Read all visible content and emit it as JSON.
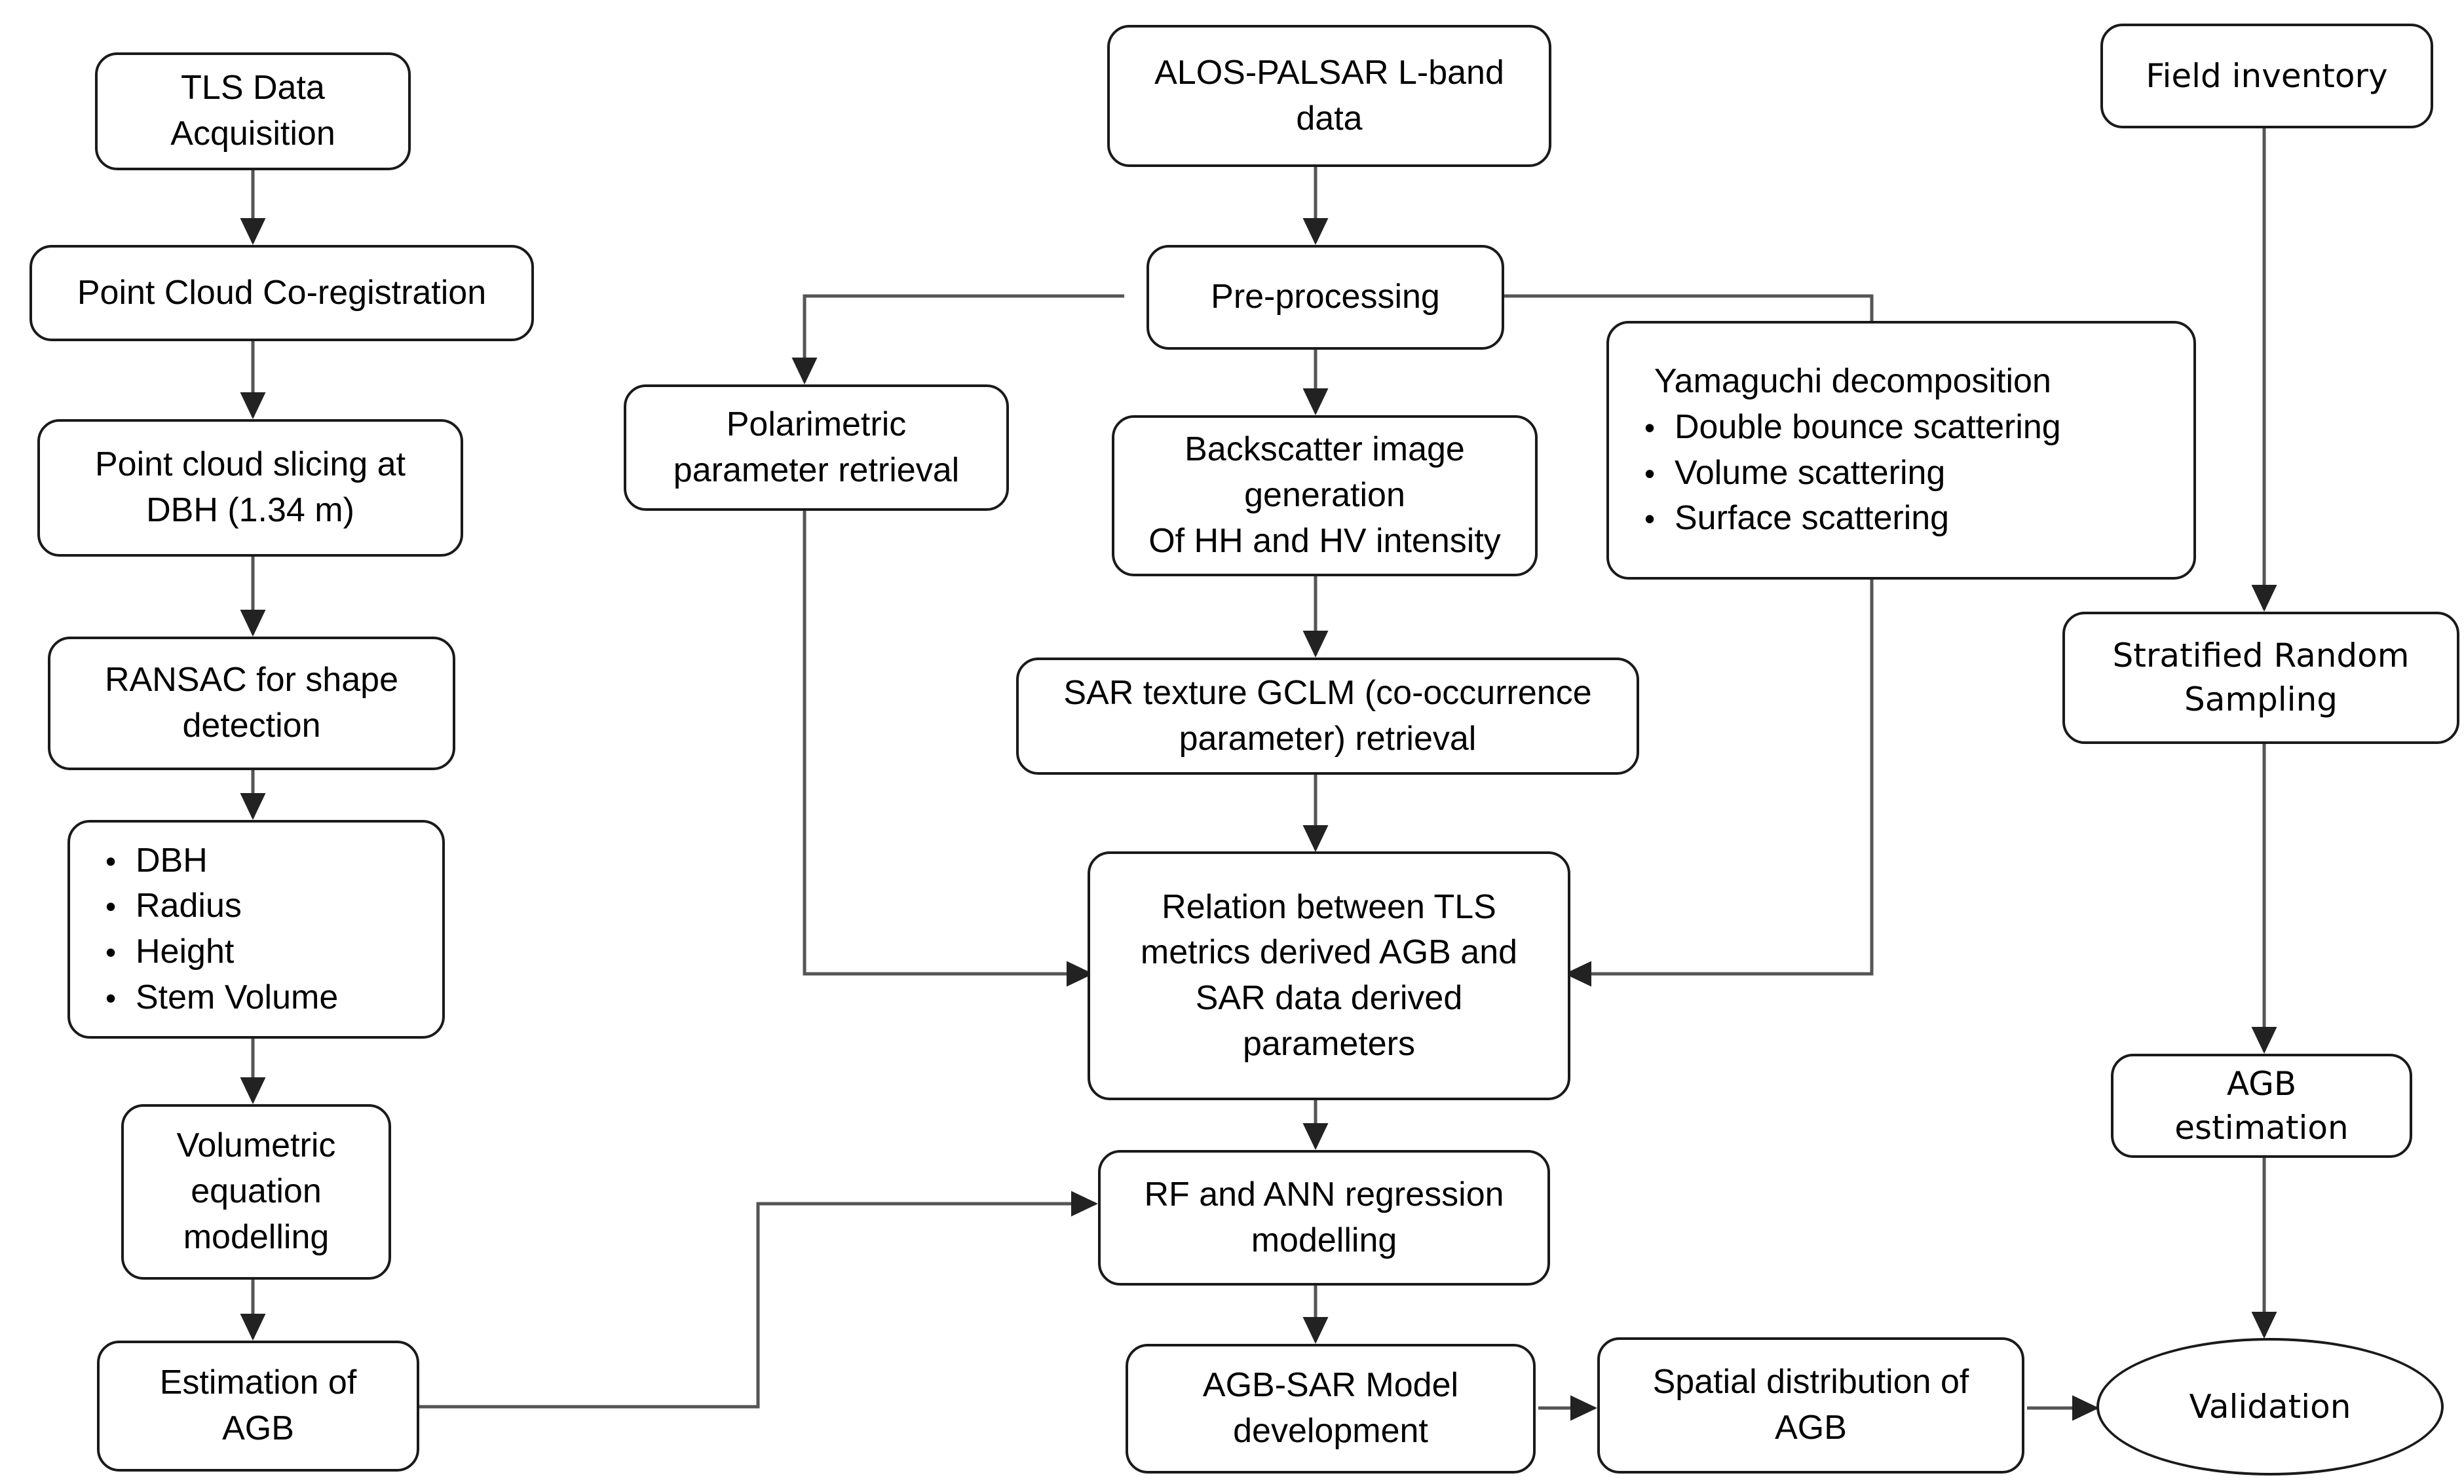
{
  "diagram": {
    "title": "AGB estimation workflow using TLS and ALOS-PALSAR SAR data",
    "colors": {
      "stroke": "#1a1a1a",
      "connector": "#555555",
      "background": "#ffffff",
      "text": "#000000"
    },
    "nodes": {
      "tls_data_acquisition": {
        "lines": [
          "TLS Data",
          "Acquisition"
        ]
      },
      "point_cloud_coregistration": {
        "lines": [
          "Point Cloud Co-registration"
        ]
      },
      "point_cloud_slicing": {
        "lines": [
          "Point cloud slicing at",
          "DBH (1.34 m)"
        ]
      },
      "ransac_shape_detection": {
        "lines": [
          "RANSAC  for shape",
          "detection"
        ]
      },
      "tls_metrics": {
        "header": "",
        "bullets": [
          "DBH",
          "Radius",
          "Height",
          "Stem Volume"
        ]
      },
      "volumetric_equation_modelling": {
        "lines": [
          "Volumetric",
          "equation",
          "modelling"
        ]
      },
      "estimation_of_agb": {
        "lines": [
          "Estimation of",
          "AGB"
        ]
      },
      "alos_palsar_data": {
        "lines": [
          "ALOS-PALSAR L-band",
          "data"
        ]
      },
      "pre_processing": {
        "lines": [
          "Pre-processing"
        ]
      },
      "polarimetric_parameter_retrieval": {
        "lines": [
          "Polarimetric",
          "parameter retrieval"
        ]
      },
      "backscatter_image_generation": {
        "lines": [
          "Backscatter image",
          "generation",
          "Of HH and HV intensity"
        ]
      },
      "yamaguchi_decomposition": {
        "header": "Yamaguchi decomposition",
        "bullets": [
          "Double bounce scattering",
          "Volume scattering",
          "Surface scattering"
        ]
      },
      "sar_texture_gclm": {
        "lines": [
          "SAR texture GCLM (co-occurrence",
          "parameter) retrieval"
        ]
      },
      "relation_tls_sar": {
        "lines": [
          "Relation between TLS",
          "metrics derived AGB and",
          "SAR data derived",
          "parameters"
        ]
      },
      "rf_ann_regression": {
        "lines": [
          "RF and ANN regression",
          "modelling"
        ]
      },
      "agb_sar_model_development": {
        "lines": [
          "AGB-SAR Model",
          "development"
        ]
      },
      "spatial_distribution_agb": {
        "lines": [
          "Spatial distribution of",
          "AGB"
        ]
      },
      "field_inventory": {
        "lines": [
          "Field inventory"
        ]
      },
      "stratified_random_sampling": {
        "lines": [
          "Stratified Random",
          "Sampling"
        ]
      },
      "agb_estimation": {
        "lines": [
          "AGB",
          "estimation"
        ]
      },
      "validation": {
        "lines": [
          "Validation"
        ]
      }
    },
    "bullet_glyph": "•",
    "edges": [
      {
        "from": "tls_data_acquisition",
        "to": "point_cloud_coregistration"
      },
      {
        "from": "point_cloud_coregistration",
        "to": "point_cloud_slicing"
      },
      {
        "from": "point_cloud_slicing",
        "to": "ransac_shape_detection"
      },
      {
        "from": "ransac_shape_detection",
        "to": "tls_metrics"
      },
      {
        "from": "tls_metrics",
        "to": "volumetric_equation_modelling"
      },
      {
        "from": "volumetric_equation_modelling",
        "to": "estimation_of_agb"
      },
      {
        "from": "estimation_of_agb",
        "to": "rf_ann_regression"
      },
      {
        "from": "alos_palsar_data",
        "to": "pre_processing"
      },
      {
        "from": "pre_processing",
        "to": "polarimetric_parameter_retrieval"
      },
      {
        "from": "pre_processing",
        "to": "backscatter_image_generation"
      },
      {
        "from": "pre_processing",
        "to": "yamaguchi_decomposition"
      },
      {
        "from": "backscatter_image_generation",
        "to": "sar_texture_gclm"
      },
      {
        "from": "sar_texture_gclm",
        "to": "relation_tls_sar"
      },
      {
        "from": "polarimetric_parameter_retrieval",
        "to": "relation_tls_sar"
      },
      {
        "from": "yamaguchi_decomposition",
        "to": "relation_tls_sar"
      },
      {
        "from": "relation_tls_sar",
        "to": "rf_ann_regression"
      },
      {
        "from": "rf_ann_regression",
        "to": "agb_sar_model_development"
      },
      {
        "from": "agb_sar_model_development",
        "to": "spatial_distribution_agb"
      },
      {
        "from": "spatial_distribution_agb",
        "to": "validation"
      },
      {
        "from": "field_inventory",
        "to": "stratified_random_sampling"
      },
      {
        "from": "stratified_random_sampling",
        "to": "agb_estimation"
      },
      {
        "from": "agb_estimation",
        "to": "validation"
      }
    ]
  }
}
